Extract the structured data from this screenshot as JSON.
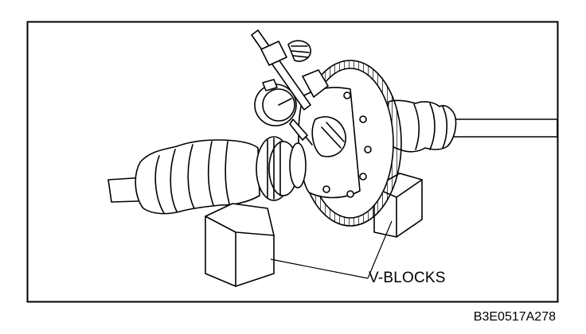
{
  "figure": {
    "callout_label": "V-BLOCKS",
    "figure_code": "B3E0517A278",
    "subject_icons": [
      "dial-indicator",
      "magnetic-stand",
      "ring-gear",
      "differential-case",
      "axle-boot",
      "v-block"
    ]
  }
}
